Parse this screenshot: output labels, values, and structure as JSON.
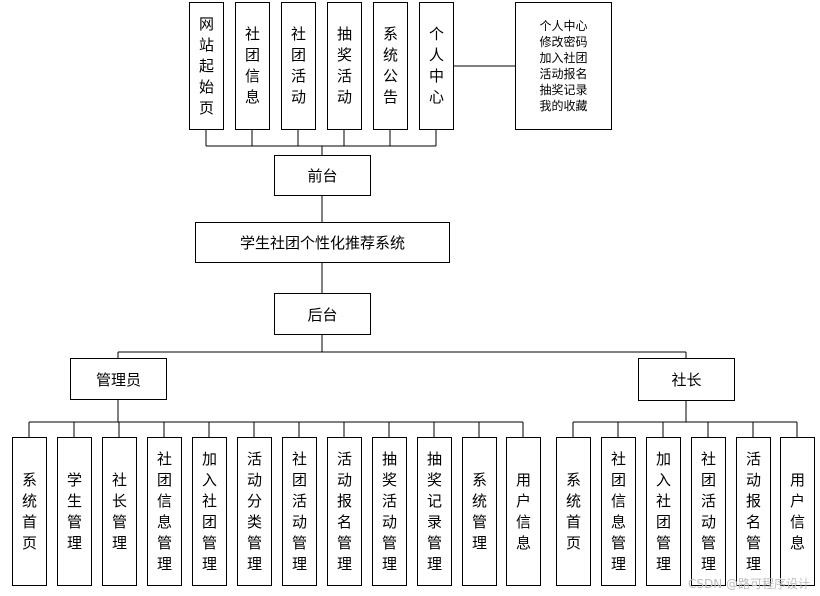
{
  "front_nav": [
    "网站起始页",
    "社团信息",
    "社团活动",
    "抽奖活动",
    "系统公告",
    "个人中心"
  ],
  "personal_center_items": [
    "个人中心",
    "修改密码",
    "加入社团",
    "活动报名",
    "抽奖记录",
    "我的收藏"
  ],
  "front": "前台",
  "system": "学生社团个性化推荐系统",
  "back": "后台",
  "admin": "管理员",
  "admin_modules": [
    "系统首页",
    "学生管理",
    "社长管理",
    "社团信息管理",
    "加入社团管理",
    "活动分类管理",
    "社团活动管理",
    "活动报名管理",
    "抽奖活动管理",
    "抽奖记录管理",
    "系统管理",
    "用户信息"
  ],
  "president": "社长",
  "president_modules": [
    "系统首页",
    "社团信息管理",
    "加入社团管理",
    "社团活动管理",
    "活动报名管理",
    "用户信息"
  ],
  "watermark": "CSDN @路可程序设计"
}
